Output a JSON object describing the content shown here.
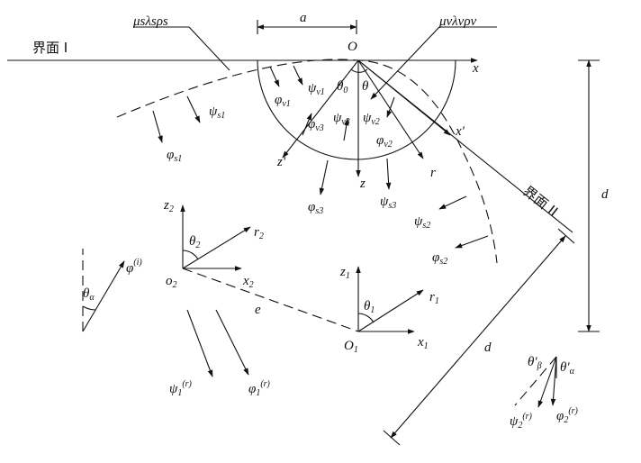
{
  "interfaces": {
    "interface1": "界面 I",
    "interface2": "界面 II"
  },
  "media": {
    "region_s": "μsλsρs",
    "region_v": "μvλvρv"
  },
  "origin": {
    "O": "O",
    "O1": "O",
    "O1_sub": "1",
    "o2": "o",
    "o2_sub": "2"
  },
  "dims": {
    "a": "a",
    "d_vertical": "d",
    "d_oblique": "d",
    "e": "e"
  },
  "axes": {
    "x": "x",
    "x_prime": "x'",
    "z": "z",
    "z_prime": "z'",
    "r": "r",
    "z1": "z",
    "z1_sub": "1",
    "r1": "r",
    "r1_sub": "1",
    "x1": "x",
    "x1_sub": "1",
    "z2": "z",
    "z2_sub": "2",
    "r2": "r",
    "r2_sub": "2",
    "x2": "x",
    "x2_sub": "2"
  },
  "angles": {
    "theta": "θ",
    "theta0": "θ",
    "theta0_sub": "0",
    "theta1": "θ",
    "theta1_sub": "1",
    "theta2": "θ",
    "theta2_sub": "2",
    "theta_alpha": "θ",
    "theta_alpha_sub": "α",
    "theta_beta_prime": "θ'",
    "theta_beta_prime_sub": "β",
    "theta_alpha_prime": "θ'",
    "theta_alpha_prime_sub": "α"
  },
  "waves": {
    "phi_v1": "φ",
    "phi_v1_sub": "v1",
    "psi_v1": "ψ",
    "psi_v1_sub": "v1",
    "phi_v2": "φ",
    "phi_v2_sub": "v2",
    "psi_v2": "ψ",
    "psi_v2_sub": "v2",
    "phi_v3": "φ",
    "phi_v3_sub": "v3",
    "psi_v3": "ψ",
    "psi_v3_sub": "v3",
    "phi_s1": "φ",
    "phi_s1_sub": "s1",
    "psi_s1": "ψ",
    "psi_s1_sub": "s1",
    "phi_s2": "φ",
    "phi_s2_sub": "s2",
    "psi_s2": "ψ",
    "psi_s2_sub": "s2",
    "phi_s3": "φ",
    "phi_s3_sub": "s3",
    "psi_s3": "ψ",
    "psi_s3_sub": "s3",
    "phi_incident": "φ",
    "phi_incident_sup": "(i)",
    "psi1_r": "ψ",
    "psi1_r_sub": "1",
    "psi1_r_sup": "(r)",
    "phi1_r": "φ",
    "phi1_r_sub": "1",
    "phi1_r_sup": "(r)",
    "psi2_r": "ψ",
    "psi2_r_sub": "2",
    "psi2_r_sup": "(r)",
    "phi2_r": "φ",
    "phi2_r_sub": "2",
    "phi2_r_sup": "(r)"
  }
}
